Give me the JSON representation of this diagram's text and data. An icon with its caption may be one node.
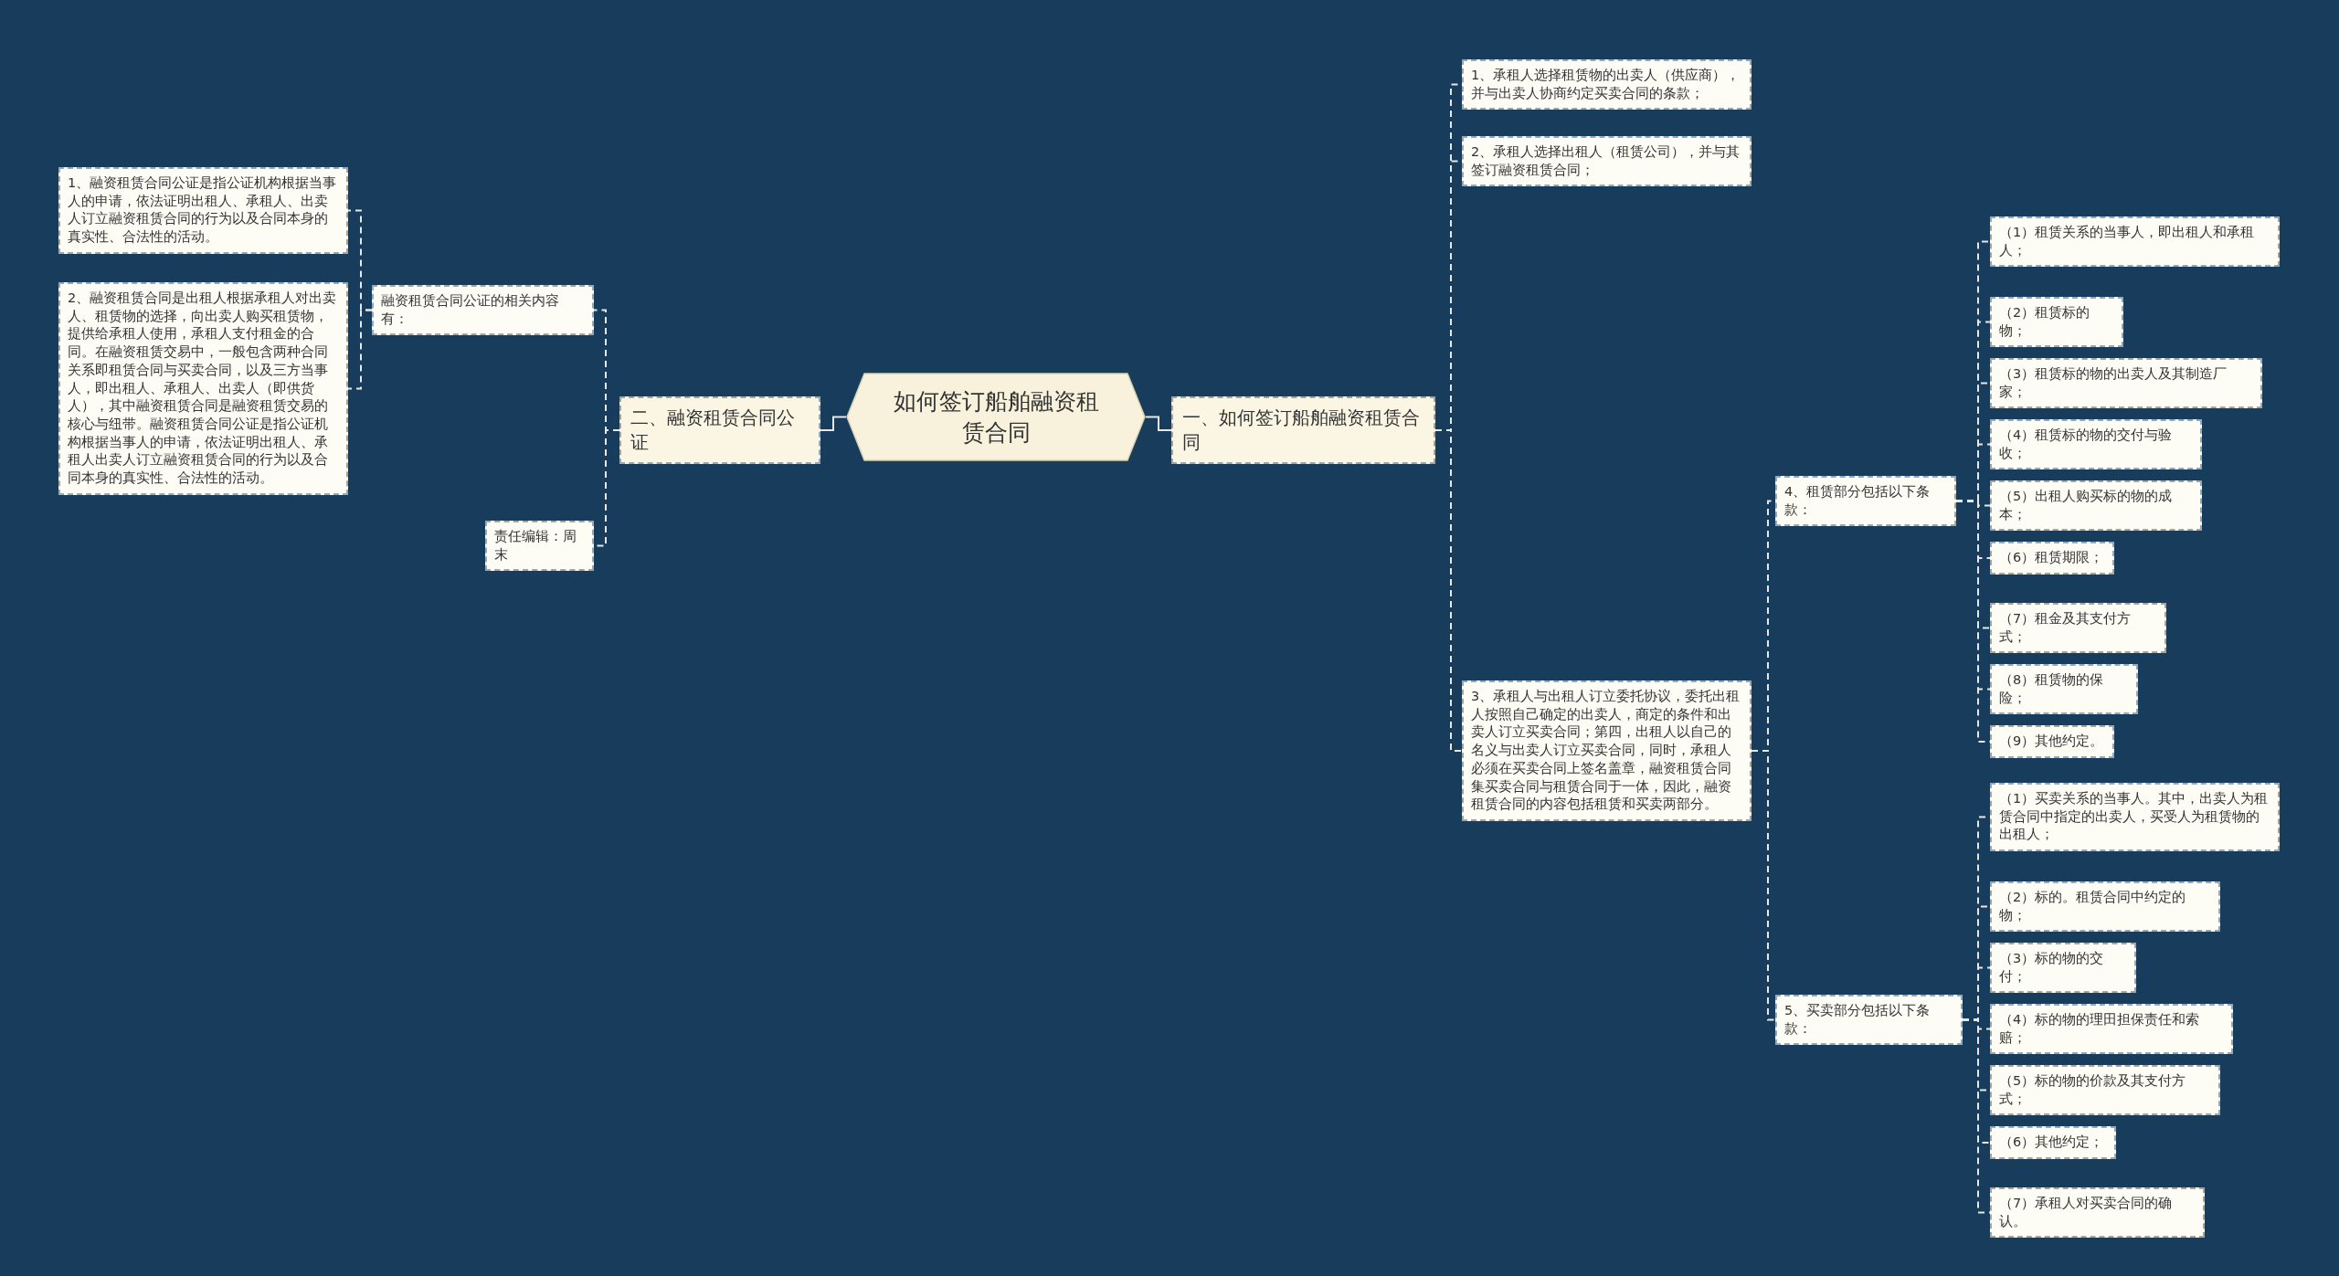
{
  "diagram": {
    "nodes": [
      {
        "text": [
          "如何签订船舶融资租赁合同"
        ]
      },
      {
        "text": [
          "一、如何签订船舶融资租赁合同"
        ]
      },
      {
        "text": [
          "1、承租人选择租赁物的出卖人（供应商），并与出卖人协商约定买卖合同的条款；"
        ]
      },
      {
        "text": [
          "2、承租人选择出租人（租赁公司），并与其签订融资租赁合同；"
        ]
      },
      {
        "text": [
          "3、承租人与出租人订立委托协议，委托出租人按照自己确定的出卖人，商定的条件和出卖人订立买卖合同；第四，出租人以自己的名义与出卖人订立买卖合同，同时，承租人必须在买卖合同上签名盖章，融资租赁合同集买卖合同与租赁合同于一体，因此，融资租赁合同的内容包括租赁和买卖两部分。"
        ]
      },
      {
        "text": [
          "4、租赁部分包括以下条款："
        ]
      },
      {
        "text": [
          "（1）租赁关系的当事人，即出租人和承租人；"
        ]
      },
      {
        "text": [
          "（2）租赁标的物；"
        ]
      },
      {
        "text": [
          "（3）租赁标的物的出卖人及其制造厂家；"
        ]
      },
      {
        "text": [
          "（4）租赁标的物的交付与验收；"
        ]
      },
      {
        "text": [
          "（5）出租人购买标的物的成本；"
        ]
      },
      {
        "text": [
          "（6）租赁期限；"
        ]
      },
      {
        "text": [
          "（7）租金及其支付方式；"
        ]
      },
      {
        "text": [
          "（8）租赁物的保险；"
        ]
      },
      {
        "text": [
          "（9）其他约定。"
        ]
      },
      {
        "text": [
          "5、买卖部分包括以下条款："
        ]
      },
      {
        "text": [
          "（1）买卖关系的当事人。其中，出卖人为租赁合同中指定的出卖人，买受人为租赁物的出租人；"
        ]
      },
      {
        "text": [
          "（2）标的。租赁合同中约定的物；"
        ]
      },
      {
        "text": [
          "（3）标的物的交付；"
        ]
      },
      {
        "text": [
          "（4）标的物的理田担保责任和索赔；"
        ]
      },
      {
        "text": [
          "（5）标的物的价款及其支付方式；"
        ]
      },
      {
        "text": [
          "（6）其他约定；"
        ]
      },
      {
        "text": [
          "（7）承租人对买卖合同的确认。"
        ]
      },
      {
        "text": [
          "二、融资租赁合同公证"
        ]
      },
      {
        "text": [
          "融资租赁合同公证的相关内容有："
        ]
      },
      {
        "text": [
          "1、融资租赁合同公证是指公证机构根据当事人的申请，依法证明出租人、承租人、出卖人订立融资租赁合同的行为以及合同本身的真实性、合法性的活动。"
        ]
      },
      {
        "text": [
          "2、融资租赁合同是出租人根据承租人对出卖人、租赁物的选择，向出卖人购买租赁物，提供给承租人使用，承租人支付租金的合同。在融资租赁交易中，一般包含两种合同关系即租赁合同与买卖合同，以及三方当事人，即出租人、承租人、出卖人（即供货人），其中融资租赁合同是融资租赁交易的核心与纽带。融资租赁合同公证是指公证机构根据当事人的申请，依法证明出租人、承租人出卖人订立融资租赁合同的行为以及合同本身的真实性、合法性的活动。"
        ]
      },
      {
        "text": [
          "责任编辑：周末"
        ]
      }
    ],
    "edges": [
      {
        "from": 0,
        "to": 1,
        "arrow": "none"
      },
      {
        "from": 0,
        "to": 23,
        "arrow": "none"
      },
      {
        "from": 1,
        "to": 2,
        "arrow": "none",
        "style": "dashed"
      },
      {
        "from": 1,
        "to": 3,
        "arrow": "none",
        "style": "dashed"
      },
      {
        "from": 1,
        "to": 4,
        "arrow": "none",
        "style": "dashed"
      },
      {
        "from": 4,
        "to": 5,
        "arrow": "none",
        "style": "dashed"
      },
      {
        "from": 4,
        "to": 15,
        "arrow": "none",
        "style": "dashed"
      },
      {
        "from": 5,
        "to": 6,
        "arrow": "none",
        "style": "dashed"
      },
      {
        "from": 5,
        "to": 7,
        "arrow": "none",
        "style": "dashed"
      },
      {
        "from": 5,
        "to": 8,
        "arrow": "none",
        "style": "dashed"
      },
      {
        "from": 5,
        "to": 9,
        "arrow": "none",
        "style": "dashed"
      },
      {
        "from": 5,
        "to": 10,
        "arrow": "none",
        "style": "dashed"
      },
      {
        "from": 5,
        "to": 11,
        "arrow": "none",
        "style": "dashed"
      },
      {
        "from": 5,
        "to": 12,
        "arrow": "none",
        "style": "dashed"
      },
      {
        "from": 5,
        "to": 13,
        "arrow": "none",
        "style": "dashed"
      },
      {
        "from": 5,
        "to": 14,
        "arrow": "none",
        "style": "dashed"
      },
      {
        "from": 15,
        "to": 16,
        "arrow": "none",
        "style": "dashed"
      },
      {
        "from": 15,
        "to": 17,
        "arrow": "none",
        "style": "dashed"
      },
      {
        "from": 15,
        "to": 18,
        "arrow": "none",
        "style": "dashed"
      },
      {
        "from": 15,
        "to": 19,
        "arrow": "none",
        "style": "dashed"
      },
      {
        "from": 15,
        "to": 20,
        "arrow": "none",
        "style": "dashed"
      },
      {
        "from": 15,
        "to": 21,
        "arrow": "none",
        "style": "dashed"
      },
      {
        "from": 15,
        "to": 22,
        "arrow": "none",
        "style": "dashed"
      },
      {
        "from": 23,
        "to": 24,
        "arrow": "none",
        "style": "dashed"
      },
      {
        "from": 23,
        "to": 27,
        "arrow": "none",
        "style": "dashed"
      },
      {
        "from": 24,
        "to": 25,
        "arrow": "none",
        "style": "dashed"
      },
      {
        "from": 24,
        "to": 26,
        "arrow": "none",
        "style": "dashed"
      }
    ]
  }
}
